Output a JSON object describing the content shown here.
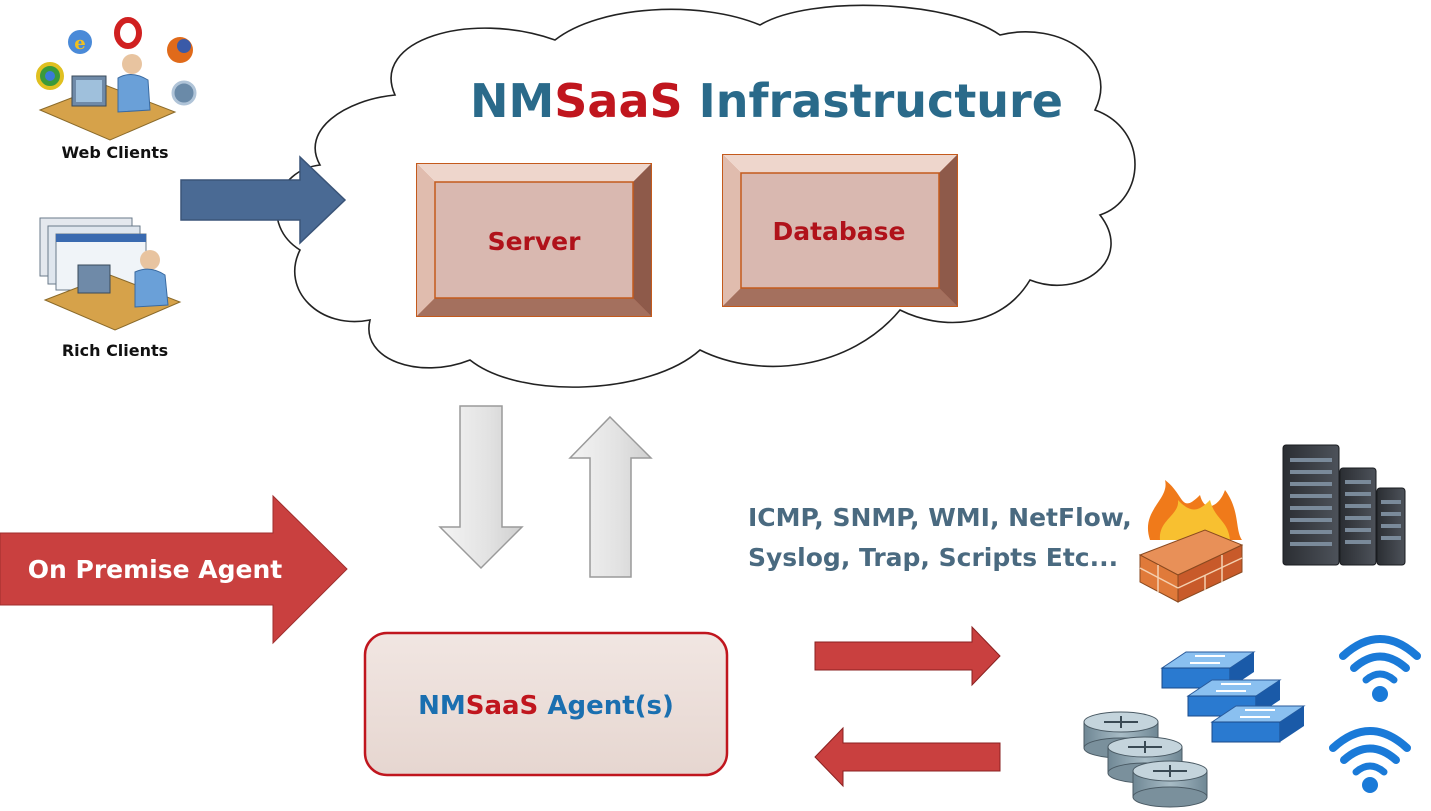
{
  "title": {
    "part1": "NM",
    "part2": "SaaS",
    "part3": " Infrastructure"
  },
  "clients": {
    "web_label": "Web Clients",
    "rich_label": "Rich Clients"
  },
  "boxes": {
    "server": "Server",
    "database": "Database"
  },
  "onprem": {
    "label": "On Premise Agent"
  },
  "agent": {
    "part1": "NM",
    "part2": "SaaS",
    "part3": " Agent(s)"
  },
  "protocols": {
    "line1": "ICMP, SNMP, WMI, NetFlow,",
    "line2": "Syslog, Trap, Scripts Etc..."
  },
  "colors": {
    "title_blue": "#2a6a8a",
    "saas_red": "#c0161e",
    "box_fill": "#d9b8b0",
    "box_border": "#c45a1c",
    "onprem_red": "#c9403f",
    "client_arrow": "#4a6a94",
    "protocol_text": "#4a6a80",
    "agent_blue": "#1a6fb0"
  },
  "icons": [
    "browser-icons",
    "web-client-person-icon",
    "rich-client-person-icon",
    "firewall-icon",
    "server-rack-icon",
    "network-switch-icon",
    "router-icon",
    "wifi-icon"
  ]
}
